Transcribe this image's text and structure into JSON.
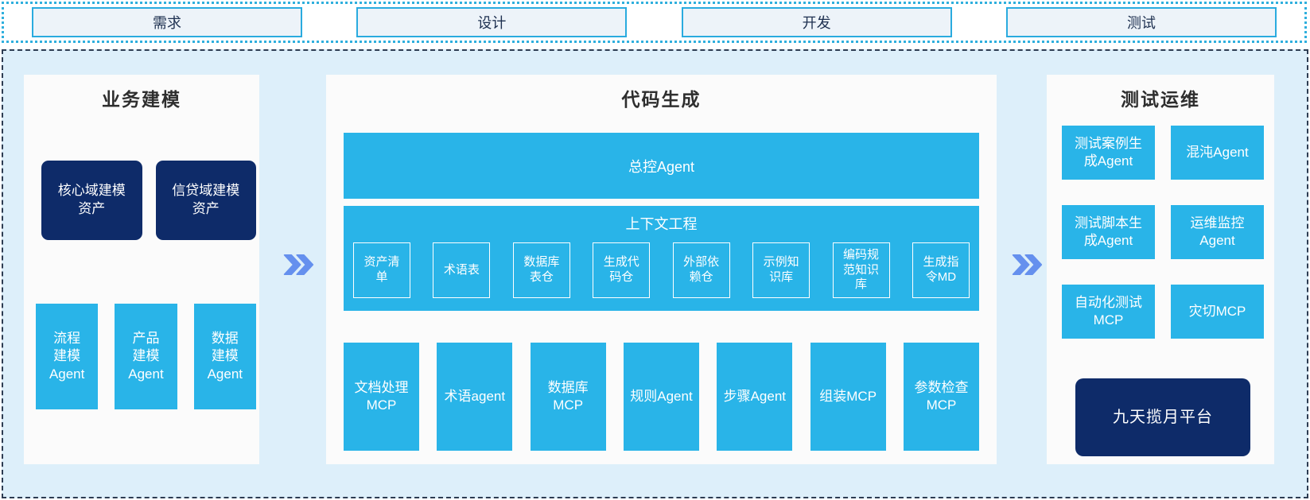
{
  "phases": [
    "需求",
    "设计",
    "开发",
    "测试"
  ],
  "left_panel": {
    "title": "业务建模",
    "asset_boxes": [
      "核心域建模\n资产",
      "信贷域建模\n资产"
    ],
    "agent_boxes": [
      "流程\n建模\nAgent",
      "产品\n建模\nAgent",
      "数据\n建模\nAgent"
    ]
  },
  "center_panel": {
    "title": "代码生成",
    "master_agent": "总控Agent",
    "context": {
      "title": "上下文工程",
      "items": [
        "资产清\n单",
        "术语表",
        "数据库\n表仓",
        "生成代\n码仓",
        "外部依\n赖仓",
        "示例知\n识库",
        "编码规\n范知识\n库",
        "生成指\n令MD"
      ]
    },
    "bottom_boxes": [
      "文档处理\nMCP",
      "术语agent",
      "数据库\nMCP",
      "规则Agent",
      "步骤Agent",
      "组装MCP",
      "参数检查\nMCP"
    ]
  },
  "right_panel": {
    "title": "测试运维",
    "boxes": [
      "测试案例生\n成Agent",
      "混沌Agent",
      "测试脚本生\n成Agent",
      "运维监控\nAgent",
      "自动化测试\nMCP",
      "灾切MCP"
    ],
    "platform": "九天揽月平台"
  },
  "icons": {
    "flow_arrow": "double-chevron-right"
  },
  "colors": {
    "cyan_box": "#29b4e8",
    "navy_box": "#0e2b69",
    "container_bg": "#ddeffa",
    "panel_bg": "#fbfbfb",
    "phase_box_bg": "#edf3f9",
    "phase_border": "#2aabdf",
    "dotted_border": "#2fafdd",
    "dashed_border": "#2d3c52",
    "arrow_blue": "#6590ee",
    "title_text": "#2e2e2e",
    "phase_text": "#1e3050"
  }
}
